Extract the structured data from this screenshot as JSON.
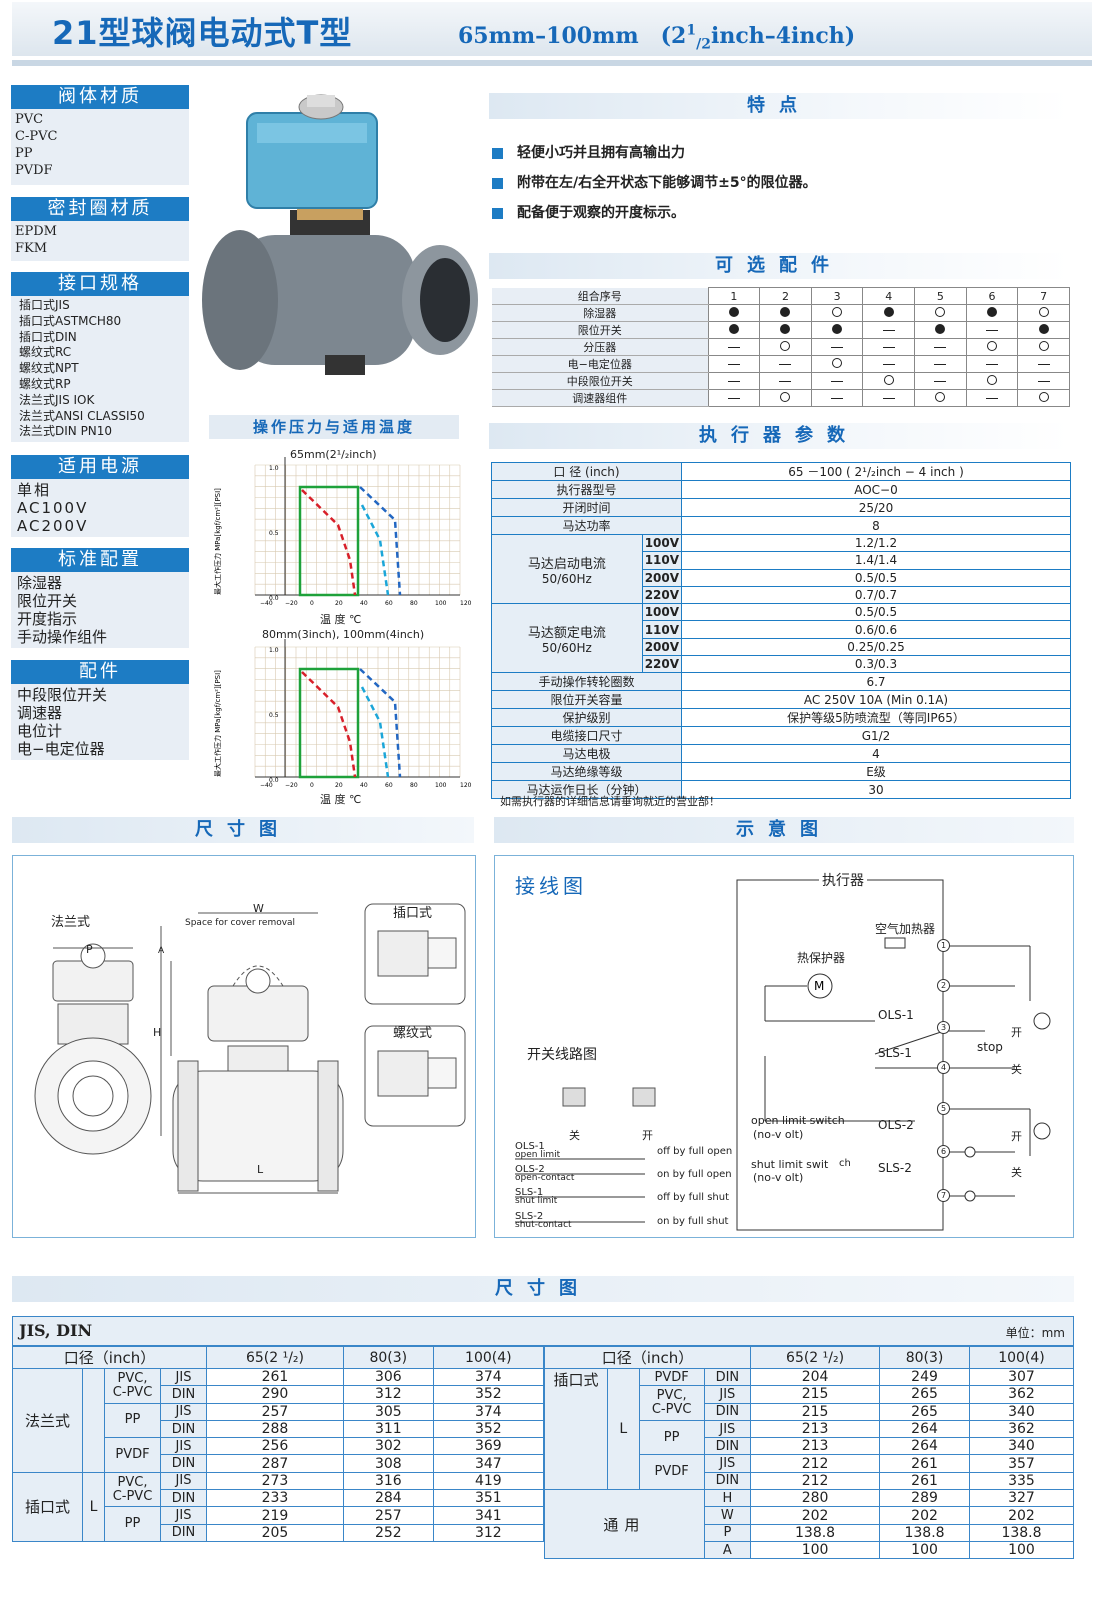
{
  "header": {
    "title": "21型球阀电动式T型",
    "size": "65mm–100mm　(2",
    "frac_num": "1",
    "frac_den": "/2",
    "size_tail": "inch–4inch)"
  },
  "sidebar": {
    "body_material": {
      "title": "阀体材质",
      "items": [
        "PVC",
        "C-PVC",
        "PP",
        "PVDF"
      ]
    },
    "seal_material": {
      "title": "密封圈材质",
      "items": [
        "EPDM",
        "FKM"
      ]
    },
    "connection": {
      "title": "接口规格",
      "items": [
        "插口式JIS",
        "插口式ASTMCH80",
        "插口式DIN",
        "螺纹式RC",
        "螺纹式NPT",
        "螺纹式RP",
        "法兰式JIS IOK",
        "法兰式ANSI CLASSI50",
        "法兰式DIN PN10"
      ]
    },
    "power": {
      "title": "适用电源",
      "items": [
        "单相",
        "AC100V",
        "AC200V"
      ]
    },
    "standard": {
      "title": "标准配置",
      "items": [
        "除湿器",
        "限位开关",
        "开度指示",
        "手动操作组件"
      ]
    },
    "parts": {
      "title": "配件",
      "items": [
        "中段限位开关",
        "调速器",
        "电位计",
        "电−电定位器"
      ]
    }
  },
  "features": {
    "title": "特点",
    "items": [
      "轻便小巧并且拥有高输出力",
      "附带在左/右全开状态下能够调节±5°的限位器。",
      "配备便于观察的开度标示。"
    ]
  },
  "options": {
    "title": "可选配件",
    "header_label": "组合序号",
    "cols": [
      "1",
      "2",
      "3",
      "4",
      "5",
      "6",
      "7"
    ],
    "rows": [
      {
        "label": "除湿器",
        "vals": [
          "d",
          "d",
          "r",
          "d",
          "r",
          "d",
          "r"
        ]
      },
      {
        "label": "限位开关",
        "vals": [
          "d",
          "d",
          "d",
          "-",
          "d",
          "-",
          "d"
        ]
      },
      {
        "label": "分压器",
        "vals": [
          "-",
          "r",
          "-",
          "-",
          "-",
          "r",
          "r"
        ]
      },
      {
        "label": "电−电定位器",
        "vals": [
          "-",
          "-",
          "r",
          "-",
          "-",
          "-",
          "-"
        ]
      },
      {
        "label": "中段限位开关",
        "vals": [
          "-",
          "-",
          "-",
          "r",
          "-",
          "r",
          "-"
        ]
      },
      {
        "label": "调速器组件",
        "vals": [
          "-",
          "r",
          "-",
          "-",
          "r",
          "-",
          "r"
        ]
      }
    ]
  },
  "pressure": {
    "title": "操作压力与适用温度",
    "chart1": "65mm(2¹/₂inch)",
    "chart2": "80mm(3inch), 100mm(4inch)",
    "ylabel": "最大工作压力 MPa[kgf/cm²][PSI]",
    "xlabel": "温 度 ℃",
    "xticks": [
      "−40",
      "−20",
      "0",
      "20",
      "40",
      "60",
      "80",
      "100",
      "120"
    ],
    "yticks": [
      "1.0",
      "0.5",
      "0.0"
    ]
  },
  "actuator": {
    "title": "执行器参数",
    "rows": [
      {
        "k": "口 径 (inch)",
        "v": "65 －100 ( 2¹/₂inch − 4 inch )"
      },
      {
        "k": "执行器型号",
        "v": "AOC−0"
      },
      {
        "k": "开闭时间",
        "v": "25/20"
      },
      {
        "k": "马达功率",
        "v": "8"
      }
    ],
    "start_label": "马达启动电流",
    "start_hz": "50/60Hz",
    "start": [
      {
        "v": "100V",
        "val": "1.2/1.2"
      },
      {
        "v": "110V",
        "val": "1.4/1.4"
      },
      {
        "v": "200V",
        "val": "0.5/0.5"
      },
      {
        "v": "220V",
        "val": "0.7/0.7"
      }
    ],
    "rated_label": "马达额定电流",
    "rated_hz": "50/60Hz",
    "rated": [
      {
        "v": "100V",
        "val": "0.5/0.5"
      },
      {
        "v": "110V",
        "val": "0.6/0.6"
      },
      {
        "v": "200V",
        "val": "0.25/0.25"
      },
      {
        "v": "220V",
        "val": "0.3/0.3"
      }
    ],
    "rows2": [
      {
        "k": "手动操作转轮圈数",
        "v": "6.7"
      },
      {
        "k": "限位开关容量",
        "v": "AC 250V 10A (Min 0.1A)"
      },
      {
        "k": "保护级别",
        "v": "保护等级5防喷流型（等同IP65）"
      },
      {
        "k": "电缆接口尺寸",
        "v": "G1/2"
      },
      {
        "k": "马达电极",
        "v": "4"
      },
      {
        "k": "马达绝缘等级",
        "v": "E级"
      },
      {
        "k": "马达运作日长（分钟）",
        "v": "30"
      }
    ],
    "note": "如需执行器的详细信息请垂询就近的营业部！"
  },
  "dim_drawing": {
    "title": "尺寸图",
    "flange": "法兰式",
    "socket": "插口式",
    "thread": "螺纹式",
    "space": "Space for cover removal",
    "W": "W",
    "H": "H",
    "L": "L",
    "P": "P",
    "A": "A"
  },
  "schematic": {
    "title": "示意图",
    "wiring": "接线图",
    "actuator": "执行器",
    "heater": "空气加热器",
    "thermal": "热保护器",
    "switch_circuit": "开关线路图",
    "closed": "关",
    "open": "开",
    "stop": "stop",
    "ols1": "OLS-1",
    "sls1": "SLS-1",
    "ols2": "OLS-2",
    "sls2": "SLS-2",
    "open_limit": "open limit switch",
    "nov": "(no-v olt)",
    "shut_limit": "shut limit swit",
    "ch": "ch",
    "lines": [
      {
        "a": "OLS-1",
        "b": "open limit",
        "c": "off by full open"
      },
      {
        "a": "OLS-2",
        "b": "open-contact",
        "c": "on by full open"
      },
      {
        "a": "SLS-1",
        "b": "shut limit",
        "c": "off  by full shut"
      },
      {
        "a": "SLS-2",
        "b": "shut-contact",
        "c": "on by full shut"
      }
    ],
    "terms": [
      "1",
      "2",
      "3",
      "4",
      "5",
      "6",
      "7"
    ]
  },
  "dimensions": {
    "title": "尺寸图",
    "std": "JIS, DIN",
    "unit": "单位：mm",
    "bore": "口径（inch）",
    "sizes": [
      "65(2 ¹/₂)",
      "80(3)",
      "100(4)"
    ],
    "left": {
      "flange": "法兰式",
      "socket": "插口式",
      "L": "L",
      "rows": [
        [
          "PVC,\nC-PVC",
          "JIS",
          "261",
          "306",
          "374"
        ],
        [
          "",
          "DIN",
          "290",
          "312",
          "352"
        ],
        [
          "PP",
          "JIS",
          "257",
          "305",
          "374"
        ],
        [
          "",
          "DIN",
          "288",
          "311",
          "352"
        ],
        [
          "PVDF",
          "JIS",
          "256",
          "302",
          "369"
        ],
        [
          "",
          "DIN",
          "287",
          "308",
          "347"
        ],
        [
          "PVC,\nC-PVC",
          "JIS",
          "273",
          "316",
          "419"
        ],
        [
          "",
          "DIN",
          "233",
          "284",
          "351"
        ],
        [
          "PP",
          "JIS",
          "219",
          "257",
          "341"
        ],
        [
          "",
          "DIN",
          "205",
          "252",
          "312"
        ]
      ]
    },
    "right": {
      "socket": "插口式",
      "L": "L",
      "common": "通用",
      "rows": [
        [
          "PVDF",
          "DIN",
          "204",
          "249",
          "307"
        ],
        [
          "PVC,\nC-PVC",
          "JIS",
          "215",
          "265",
          "362"
        ],
        [
          "",
          "DIN",
          "215",
          "265",
          "340"
        ],
        [
          "PP",
          "JIS",
          "213",
          "264",
          "362"
        ],
        [
          "",
          "DIN",
          "213",
          "264",
          "340"
        ],
        [
          "PVDF",
          "JIS",
          "212",
          "261",
          "357"
        ],
        [
          "",
          "DIN",
          "212",
          "261",
          "335"
        ]
      ],
      "common_rows": [
        [
          "H",
          "280",
          "289",
          "327"
        ],
        [
          "W",
          "202",
          "202",
          "202"
        ],
        [
          "P",
          "138.8",
          "138.8",
          "138.8"
        ],
        [
          "A",
          "100",
          "100",
          "100"
        ]
      ]
    }
  }
}
